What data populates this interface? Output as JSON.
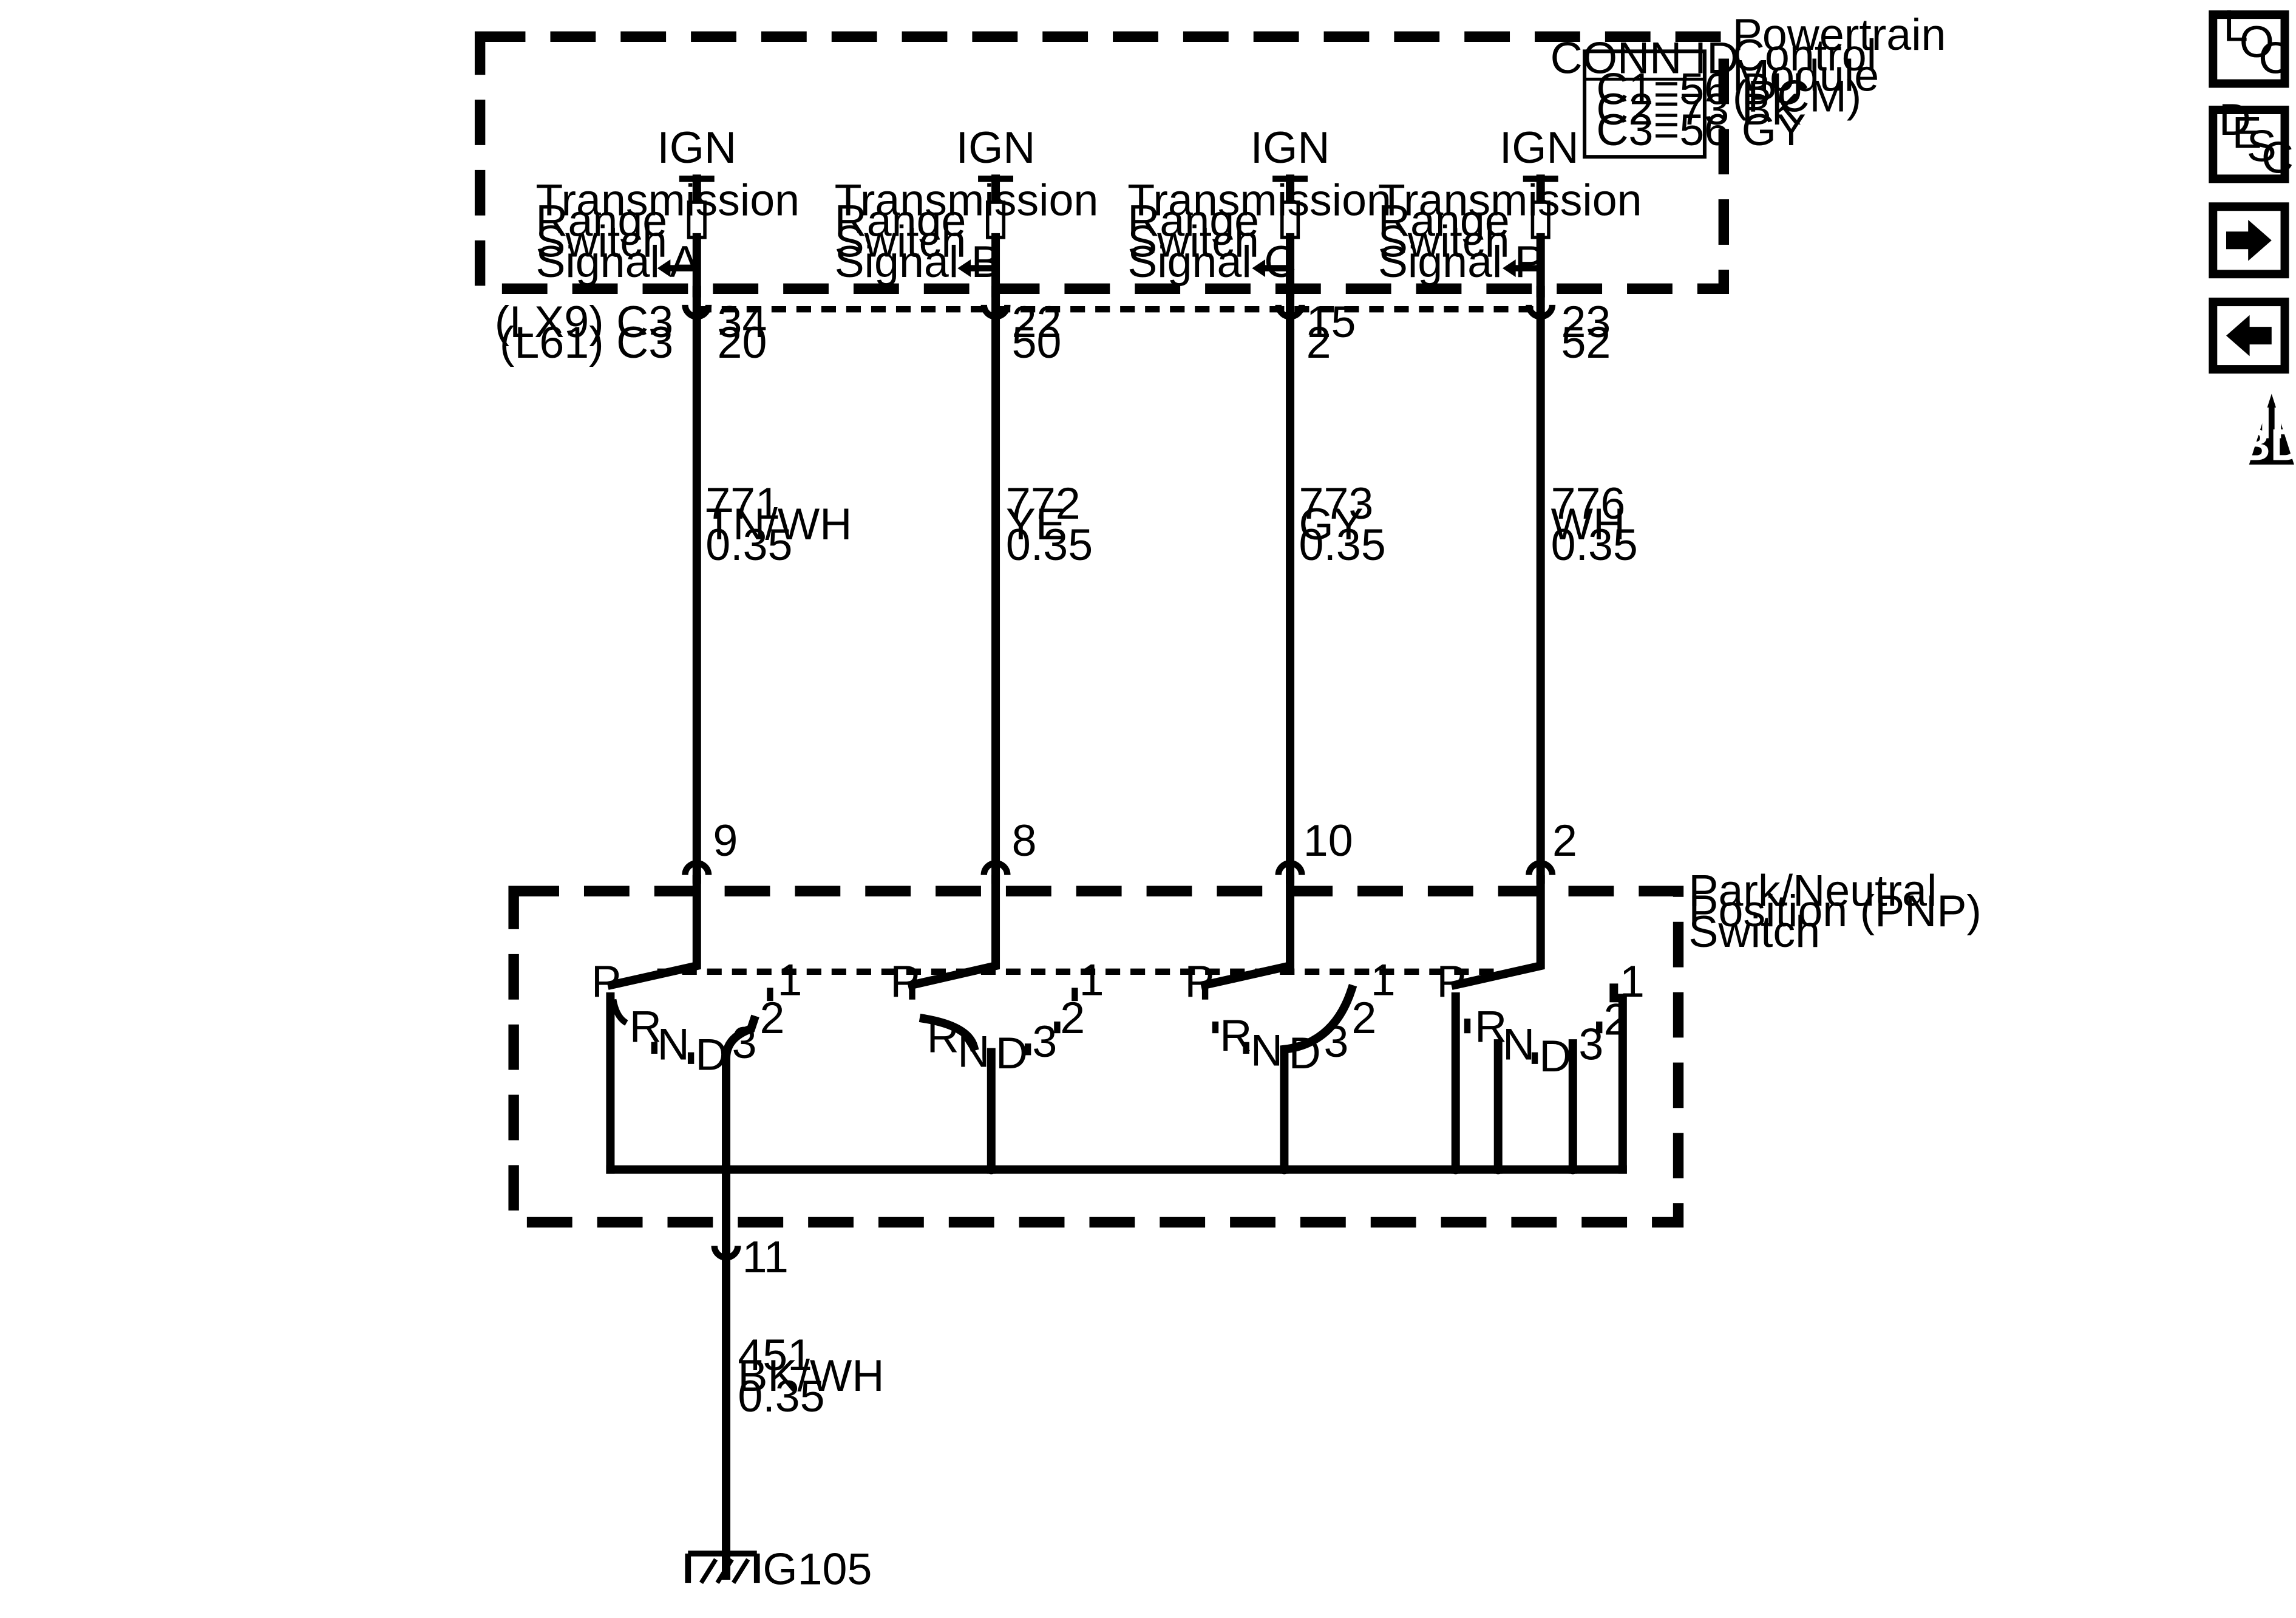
{
  "pcm": {
    "name_lines": [
      "Powertrain",
      "Control",
      "Module",
      "(PCM)"
    ],
    "conn_id_title": "CONN ID",
    "conn_ids": [
      "C1=56 BU",
      "C2=73 BK",
      "C3=56 GY"
    ],
    "connector_rows": [
      "(LX9) C3",
      "(L61) C3"
    ],
    "ign_label": "IGN"
  },
  "circuits": [
    {
      "signal_lines": [
        "Transmission",
        "Range",
        "Switch",
        "Signal A"
      ],
      "pcm_pins": [
        "34",
        "20"
      ],
      "wire": [
        "771",
        "TN/WH",
        "0.35"
      ],
      "pnp_pin": "9",
      "contacts": [
        "P",
        "R",
        "N",
        "D",
        "3",
        "2",
        "1"
      ]
    },
    {
      "signal_lines": [
        "Transmission",
        "Range",
        "Switch",
        "Signal B"
      ],
      "pcm_pins": [
        "22",
        "50"
      ],
      "wire": [
        "772",
        "YE",
        "0.35"
      ],
      "pnp_pin": "8",
      "contacts": [
        "P",
        "R",
        "N",
        "D",
        "3",
        "2",
        "1"
      ]
    },
    {
      "signal_lines": [
        "Transmission",
        "Range",
        "Switch",
        "Signal C"
      ],
      "pcm_pins": [
        "15",
        "2"
      ],
      "wire": [
        "773",
        "GY",
        "0.35"
      ],
      "pnp_pin": "10",
      "contacts": [
        "P",
        "R",
        "N",
        "D",
        "3",
        "2",
        "1"
      ]
    },
    {
      "signal_lines": [
        "Transmission",
        "Range",
        "Switch",
        "Signal P"
      ],
      "pcm_pins": [
        "23",
        "52"
      ],
      "wire": [
        "776",
        "WH",
        "0.35"
      ],
      "pnp_pin": "2",
      "contacts": [
        "P",
        "R",
        "N",
        "D",
        "3",
        "2",
        "1"
      ]
    }
  ],
  "pnp": {
    "name_lines": [
      "Park/Neutral",
      "Position (PNP)",
      "Switch"
    ],
    "ground_pin": "11",
    "ground_wire": [
      "451",
      "BK/WH",
      "0.35"
    ],
    "ground_id": "G105"
  },
  "nav": {
    "loc": [
      "L",
      "O",
      "C"
    ],
    "desc": [
      "D",
      "E",
      "S",
      "C"
    ],
    "forward_icon": "right-arrow-icon",
    "back_icon": "left-arrow-icon",
    "obd": [
      "II",
      "OBD II"
    ]
  }
}
